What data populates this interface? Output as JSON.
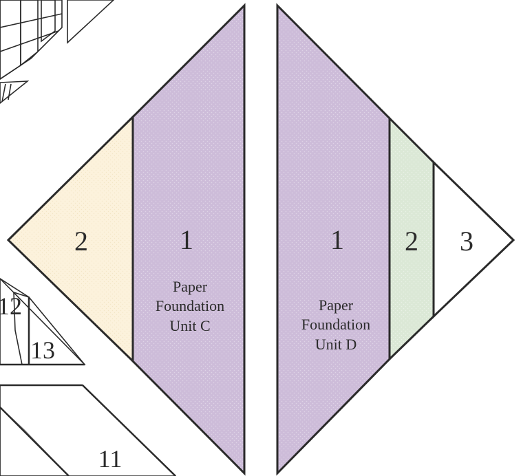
{
  "colors": {
    "lavender": "#cdbcd9",
    "cream": "#fcf2dc",
    "sage": "#dbe8d6",
    "white": "#ffffff",
    "outline": "#2a2a2a",
    "text": "#2b2b2b",
    "peach": "#f6d8a8"
  },
  "unit_c": {
    "piece_2_number": "2",
    "piece_1_number": "1",
    "label_line1": "Paper",
    "label_line2": "Foundation",
    "label_line3": "Unit C"
  },
  "unit_d": {
    "piece_1_number": "1",
    "piece_2_number": "2",
    "piece_3_number": "3",
    "label_line1": "Paper",
    "label_line2": "Foundation",
    "label_line3": "Unit D"
  },
  "partial_left": {
    "piece_12_number": "12",
    "piece_13_number": "13",
    "piece_11_number": "11"
  }
}
